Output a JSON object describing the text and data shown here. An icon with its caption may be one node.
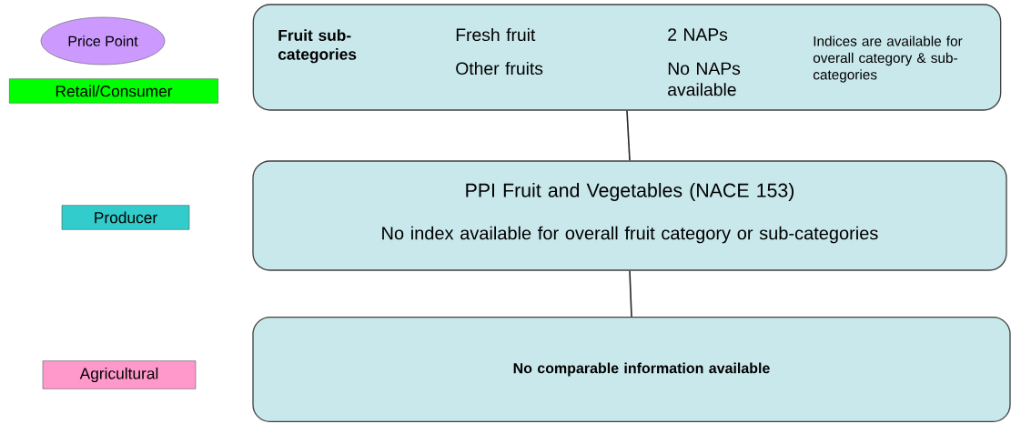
{
  "diagram": {
    "nodes": [
      {
        "text": [
          "Price Point"
        ]
      },
      {
        "text": [
          "Retail/Consumer"
        ]
      },
      {
        "text": [
          "Producer"
        ]
      },
      {
        "text": [
          "Agricultural"
        ]
      },
      {
        "text": [
          "Fruit sub-categories",
          "Fresh fruit",
          "2 NAPs",
          "Other fruits",
          "No NAPs available",
          "Indices are available for overall category & sub-categories"
        ]
      },
      {
        "text": [
          "PPI Fruit and Vegetables (NACE 153)",
          "No index available for overall fruit category or sub-categories"
        ]
      },
      {
        "text": [
          "No comparable information available"
        ]
      }
    ],
    "edges": [
      {
        "from": 4,
        "to": 5,
        "arrow": "none"
      },
      {
        "from": 5,
        "to": 6,
        "arrow": "none"
      }
    ]
  }
}
